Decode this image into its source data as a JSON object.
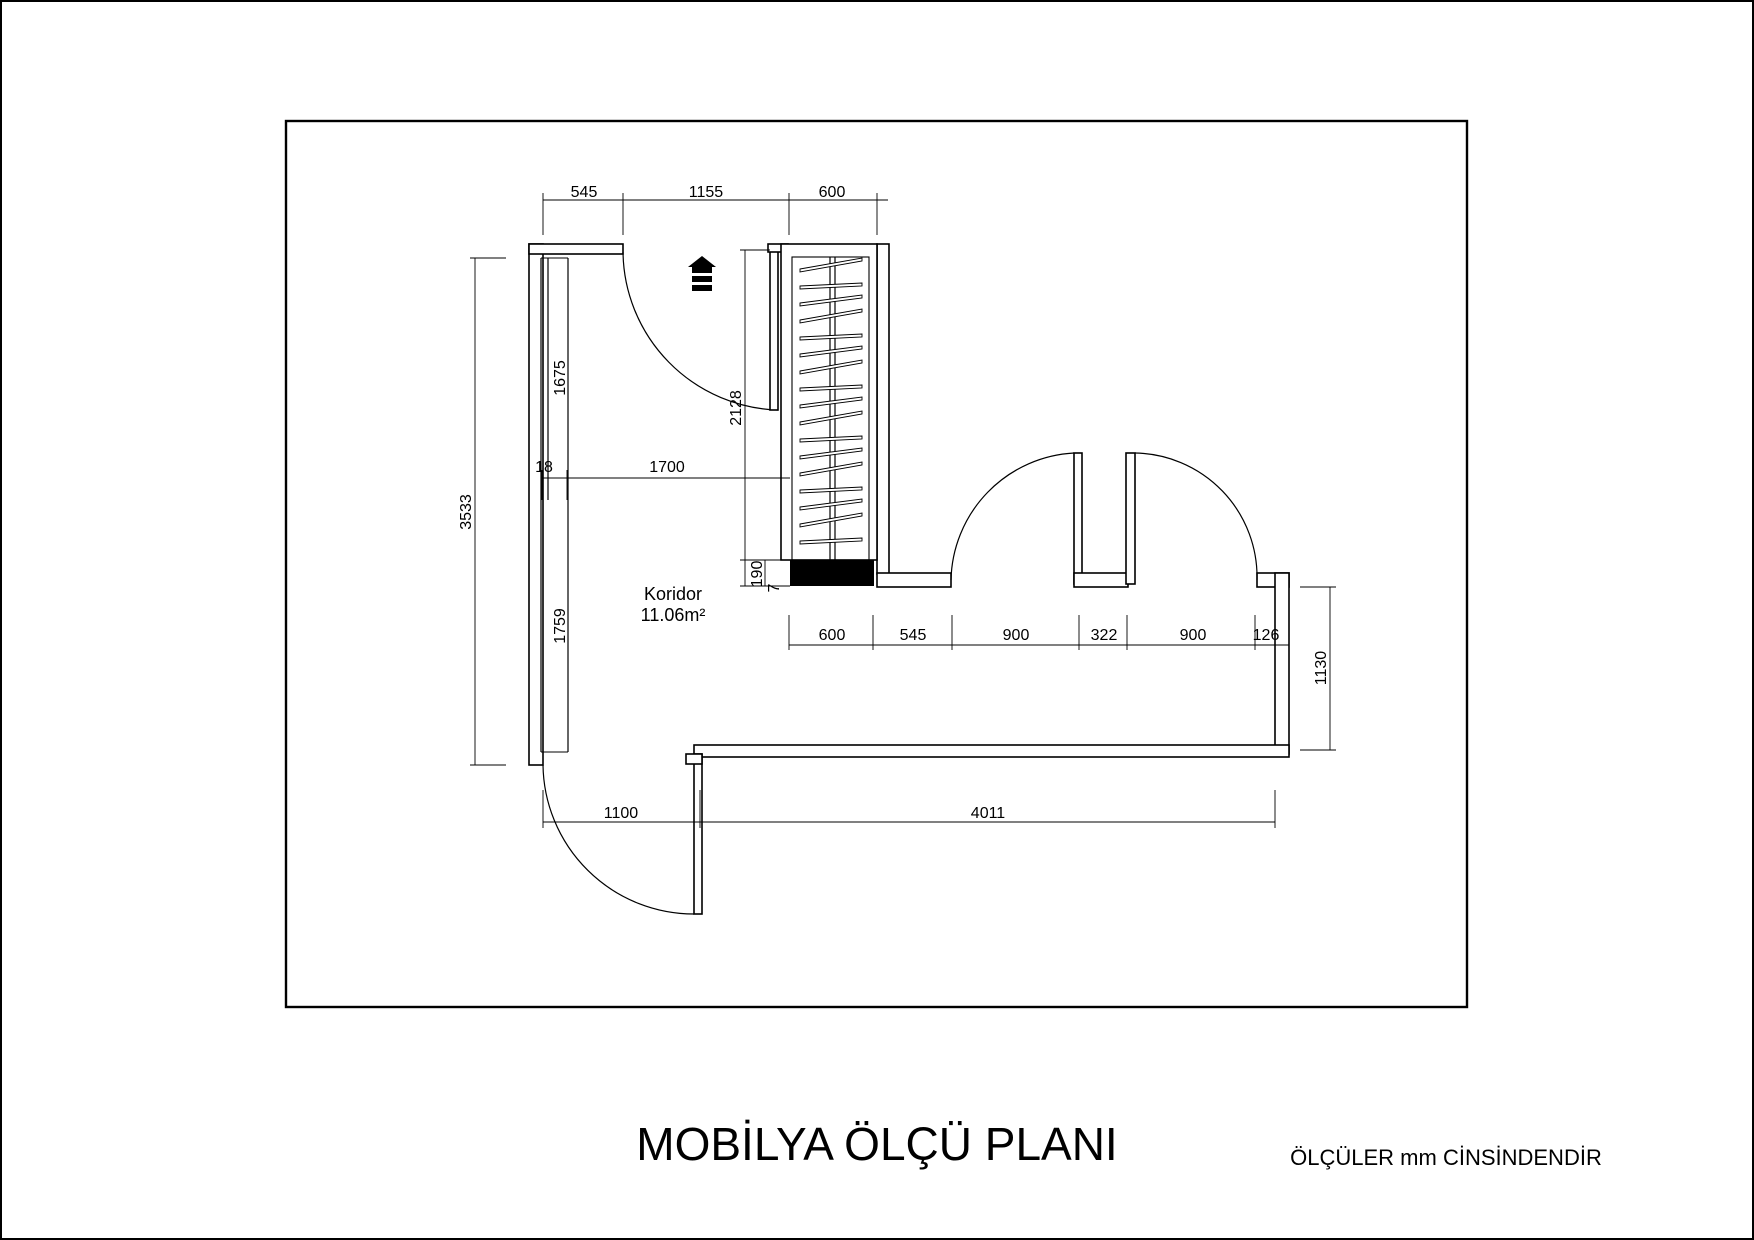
{
  "room": {
    "name": "Koridor",
    "area": "11.06m²"
  },
  "title": "MOBİLYA ÖLÇÜ PLANI",
  "units_note": "ÖLÇÜLER mm CİNSİNDENDİR",
  "dimensions": {
    "top": [
      "545",
      "1155",
      "600"
    ],
    "left_total": "3533",
    "left_upper": "1675",
    "left_lower": "1759",
    "inner_wall": "18",
    "inner_width": "1700",
    "wardrobe_height": "2128",
    "plinth": "190",
    "plinth_small": "7",
    "mid": [
      "600",
      "545",
      "900",
      "322",
      "900",
      "126"
    ],
    "right": "1130",
    "bottom": [
      "1100",
      "4011"
    ]
  },
  "icons": [
    "north-arrow-icon"
  ]
}
